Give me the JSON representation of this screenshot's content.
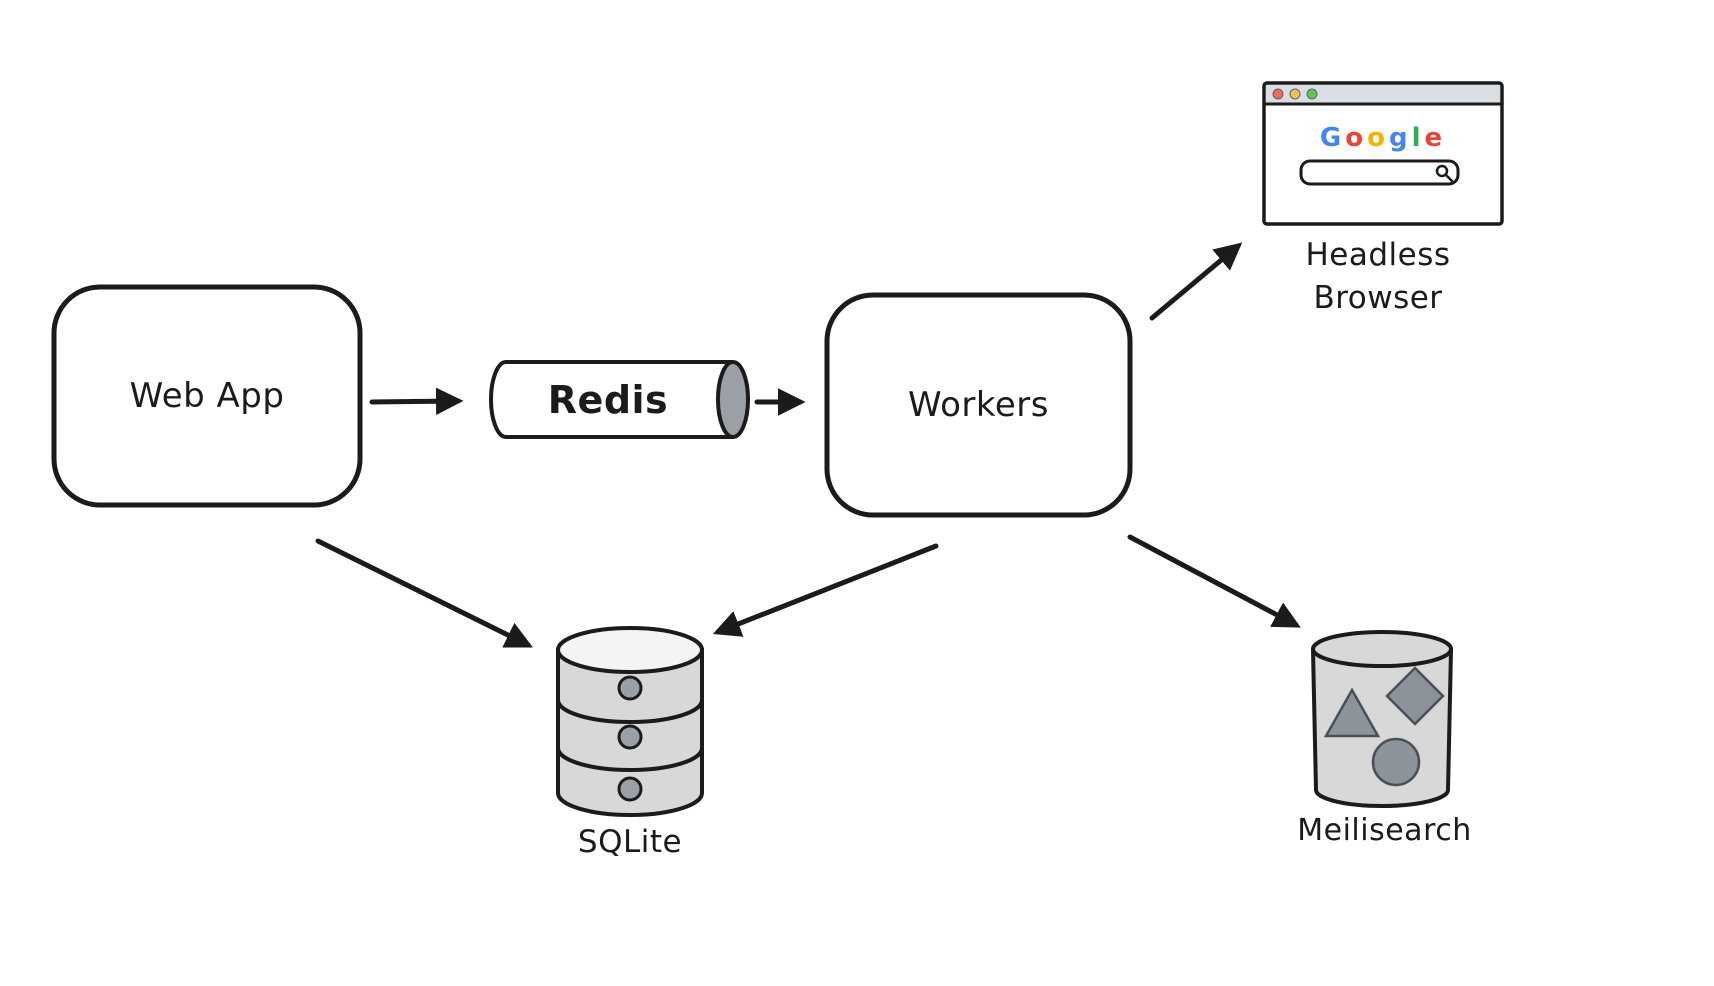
{
  "page": {
    "background": "#ffffff"
  },
  "diagram": {
    "nodes": {
      "web_app": {
        "label": "Web App",
        "type": "rounded-box"
      },
      "redis": {
        "label": "Redis",
        "type": "queue-cylinder"
      },
      "workers": {
        "label": "Workers",
        "type": "rounded-box"
      },
      "headless_browser": {
        "label": "Headless Browser",
        "type": "browser-window"
      },
      "sqlite": {
        "label": "SQLite",
        "type": "database-cylinder"
      },
      "meilisearch": {
        "label": "Meilisearch",
        "type": "search-bucket"
      }
    },
    "edges": [
      {
        "from": "web_app",
        "to": "redis"
      },
      {
        "from": "redis",
        "to": "workers"
      },
      {
        "from": "workers",
        "to": "headless_browser"
      },
      {
        "from": "web_app",
        "to": "sqlite"
      },
      {
        "from": "workers",
        "to": "sqlite"
      },
      {
        "from": "workers",
        "to": "meilisearch"
      }
    ],
    "browser": {
      "logo": "Google",
      "logo_letters": [
        {
          "char": "G",
          "color": "#4285F4"
        },
        {
          "char": "o",
          "color": "#EA4335"
        },
        {
          "char": "o",
          "color": "#F4B400"
        },
        {
          "char": "g",
          "color": "#4285F4"
        },
        {
          "char": "l",
          "color": "#34A853"
        },
        {
          "char": "e",
          "color": "#EA4335"
        }
      ],
      "traffic_lights": [
        "#ed6a5e",
        "#f5bf4f",
        "#61c554"
      ]
    },
    "colors": {
      "stroke": "#1b1b1b",
      "fill_light_gray": "#d8d8d8",
      "fill_mid_gray": "#9aa0a6",
      "titlebar_gray": "#d9dee3"
    }
  }
}
